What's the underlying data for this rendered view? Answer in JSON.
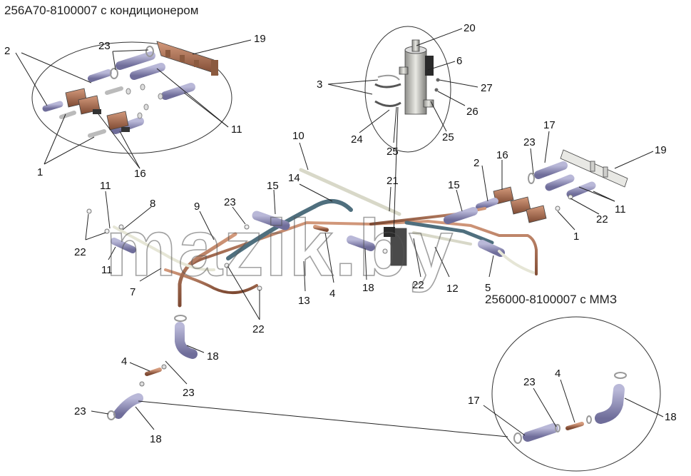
{
  "titles": {
    "top_left": "256А70-8100007 с кондиционером",
    "bottom_right": "256000-8100007 с ММЗ"
  },
  "watermark": "mazik.by",
  "colors": {
    "copper": "#b0704e",
    "hose_lilac": "#8e8cb8",
    "hose_dark": "#4f6f7e",
    "steel": "#c9c8c1",
    "clamp": "#c7c7c7"
  },
  "callouts": {
    "c_2a": "2",
    "c_23a": "23",
    "c_19a": "19",
    "c_11a": "11",
    "c_1a": "1",
    "c_16a": "16",
    "c_20": "20",
    "c_6": "6",
    "c_3": "3",
    "c_27": "27",
    "c_26": "26",
    "c_24": "24",
    "c_25a": "25",
    "c_25b": "25",
    "c_10": "10",
    "c_21": "21",
    "c_17a": "17",
    "c_23b": "23",
    "c_19b": "19",
    "c_16b": "16",
    "c_2b": "2",
    "c_11b": "11",
    "c_22a": "22",
    "c_1b": "1",
    "c_15a": "15",
    "c_15b": "15",
    "c_14": "14",
    "c_23c": "23",
    "c_11c": "11",
    "c_8": "8",
    "c_9": "9",
    "c_22b": "22",
    "c_11d": "11",
    "c_7": "7",
    "c_13": "13",
    "c_4a": "4",
    "c_18a": "18",
    "c_22c": "22",
    "c_12": "12",
    "c_5": "5",
    "c_22d": "22",
    "c_18b": "18",
    "c_4b": "4",
    "c_23d": "23",
    "c_23e": "23",
    "c_18c": "18",
    "c_17b": "17",
    "c_23f": "23",
    "c_4c": "4",
    "c_18d": "18"
  }
}
